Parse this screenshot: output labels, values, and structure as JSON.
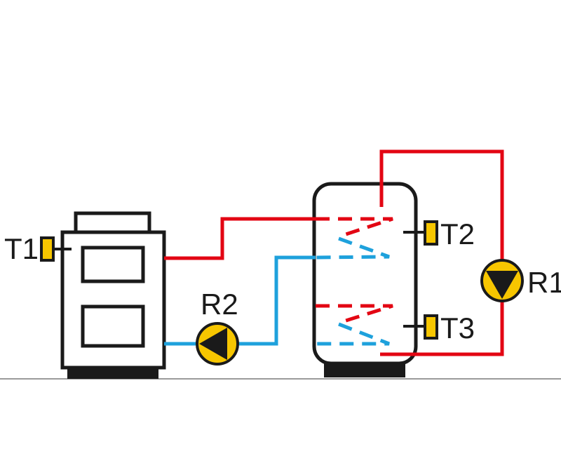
{
  "labels": {
    "t1": "T1",
    "t2": "T2",
    "t3": "T3",
    "r1": "R1",
    "r2": "R2"
  },
  "colors": {
    "hot": "#e30613",
    "cold": "#1ea1dc",
    "outline": "#1a1a1a",
    "sensor": "#f7c600",
    "pump": "#f7c600",
    "ground": "#9a9a9a"
  }
}
